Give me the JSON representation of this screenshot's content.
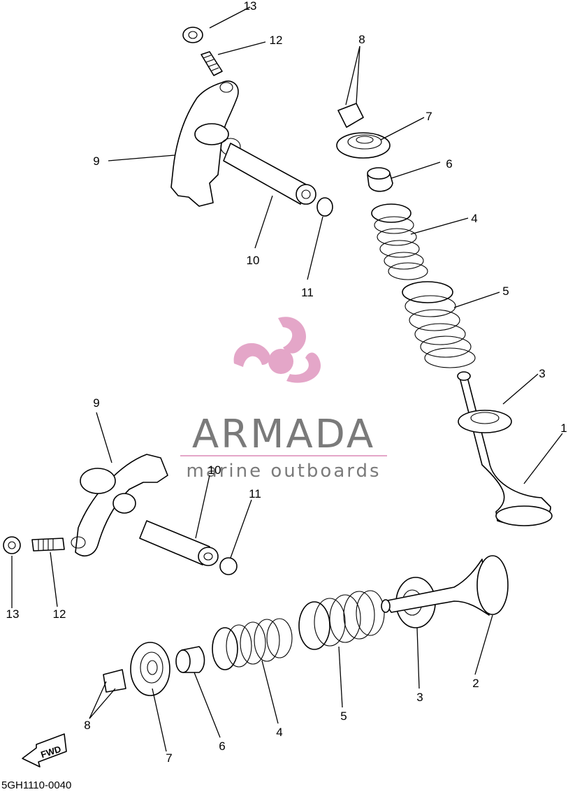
{
  "diagram": {
    "code": "5GH1110-0040",
    "fwd_label": "FWD",
    "watermark": {
      "brand": "ARMADA",
      "tagline": "marine outboards",
      "brand_color": "#7a7a7a",
      "logo_color": "#e4a6c8"
    },
    "callouts_upper": [
      "13",
      "12",
      "9",
      "10",
      "11",
      "8",
      "7",
      "6",
      "4",
      "5",
      "3",
      "1"
    ],
    "callouts_lower": [
      "9",
      "10",
      "11",
      "13",
      "12",
      "8",
      "7",
      "6",
      "4",
      "5",
      "3",
      "2"
    ]
  }
}
